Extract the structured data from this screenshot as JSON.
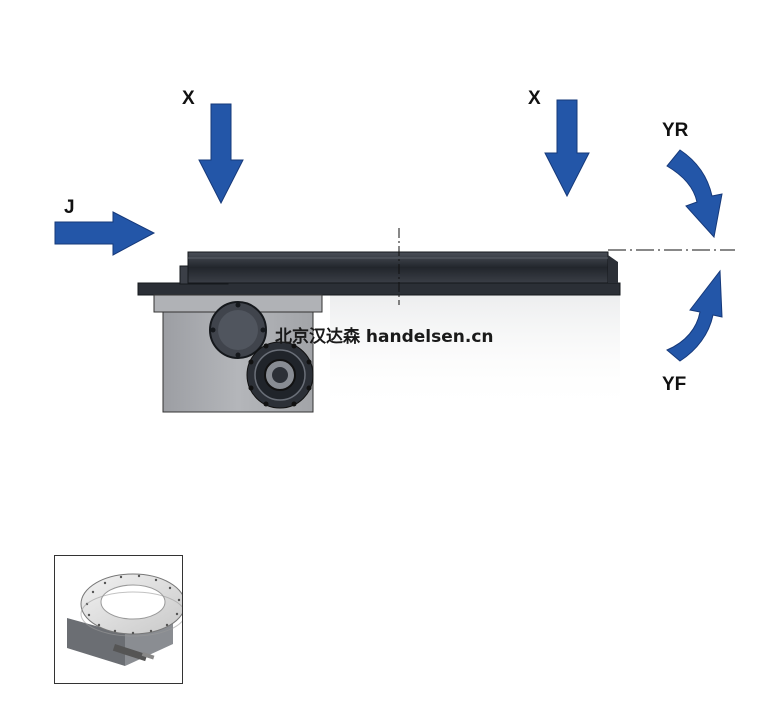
{
  "labels": {
    "x_left": "X",
    "x_right": "X",
    "j": "J",
    "yr": "YR",
    "yf": "YF"
  },
  "watermark": "北京汉达森 handelsen.cn",
  "colors": {
    "arrow": "#2356a8",
    "arrow_stroke": "#16397a",
    "table_dark": "#2b2f36",
    "housing": "#a9abaf",
    "motor": "#3a3d44"
  },
  "thumbnail": {
    "icon": "rotary-table-photo-icon"
  }
}
